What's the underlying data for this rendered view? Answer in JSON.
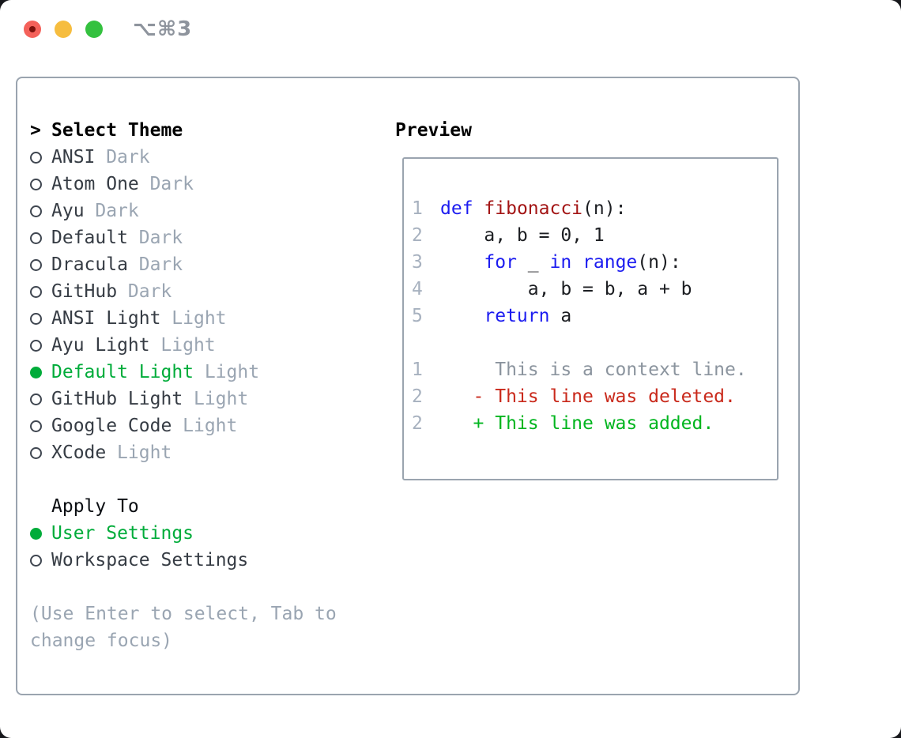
{
  "window": {
    "title": "⌥⌘3"
  },
  "theme_list": {
    "header_prefix": ">",
    "header": "Select Theme",
    "items": [
      {
        "name": "ANSI",
        "variant": "Dark",
        "selected": false
      },
      {
        "name": "Atom One",
        "variant": "Dark",
        "selected": false
      },
      {
        "name": "Ayu",
        "variant": "Dark",
        "selected": false
      },
      {
        "name": "Default",
        "variant": "Dark",
        "selected": false
      },
      {
        "name": "Dracula",
        "variant": "Dark",
        "selected": false
      },
      {
        "name": "GitHub",
        "variant": "Dark",
        "selected": false
      },
      {
        "name": "ANSI Light",
        "variant": "Light",
        "selected": false
      },
      {
        "name": "Ayu Light",
        "variant": "Light",
        "selected": false
      },
      {
        "name": "Default Light",
        "variant": "Light",
        "selected": true
      },
      {
        "name": "GitHub Light",
        "variant": "Light",
        "selected": false
      },
      {
        "name": "Google Code",
        "variant": "Light",
        "selected": false
      },
      {
        "name": "XCode",
        "variant": "Light",
        "selected": false
      }
    ]
  },
  "apply_to": {
    "header": "Apply To",
    "options": [
      {
        "label": "User Settings",
        "selected": true
      },
      {
        "label": "Workspace Settings",
        "selected": false
      }
    ]
  },
  "help_text": "(Use Enter to select, Tab to change focus)",
  "preview": {
    "title": "Preview",
    "code_lines": [
      {
        "num": "1",
        "tokens": [
          {
            "c": "kw",
            "t": "def"
          },
          {
            "c": "",
            "t": " "
          },
          {
            "c": "fn",
            "t": "fibonacci"
          },
          {
            "c": "",
            "t": "(n):"
          }
        ]
      },
      {
        "num": "2",
        "tokens": [
          {
            "c": "",
            "t": "    a, b = 0, 1"
          }
        ]
      },
      {
        "num": "3",
        "tokens": [
          {
            "c": "",
            "t": "    "
          },
          {
            "c": "kw",
            "t": "for"
          },
          {
            "c": "",
            "t": " _ "
          },
          {
            "c": "kw",
            "t": "in"
          },
          {
            "c": "",
            "t": " "
          },
          {
            "c": "kw",
            "t": "range"
          },
          {
            "c": "",
            "t": "(n):"
          }
        ]
      },
      {
        "num": "4",
        "tokens": [
          {
            "c": "",
            "t": "        a, b = b, a + b"
          }
        ]
      },
      {
        "num": "5",
        "tokens": [
          {
            "c": "",
            "t": "    "
          },
          {
            "c": "kw",
            "t": "return"
          },
          {
            "c": "",
            "t": " a"
          }
        ]
      }
    ],
    "diff_lines": [
      {
        "num": "1",
        "type": "context",
        "text": "     This is a context line."
      },
      {
        "num": "2",
        "type": "del",
        "text": "   - This line was deleted."
      },
      {
        "num": "2",
        "type": "add",
        "text": "   + This line was added."
      }
    ]
  },
  "colors": {
    "ink": "#363c44",
    "muted": "#9aa5b2",
    "green": "#00ac3a",
    "diff-green": "#00b51e",
    "red": "#c9291b",
    "kw": "#1c1cf0",
    "fn": "#a31515",
    "linenum": "#a7b1bf",
    "context": "#8b949e",
    "border": "#9aa4af",
    "title-gray": "#8e949d",
    "traffic-red": "#f4615a",
    "traffic-red-dot": "#7c110c",
    "traffic-yellow": "#f6bd3f",
    "traffic-green": "#34c13f"
  }
}
